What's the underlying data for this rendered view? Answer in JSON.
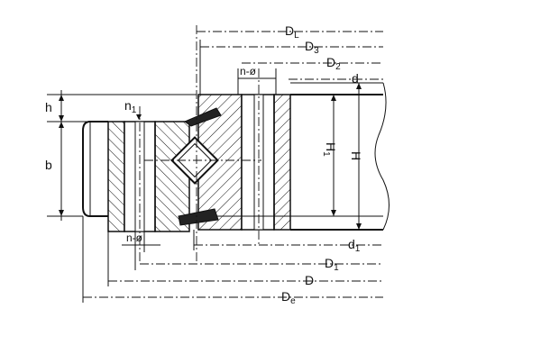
{
  "dimensions": {
    "DL": {
      "main": "D",
      "sub": "L"
    },
    "D3": {
      "main": "D",
      "sub": "3"
    },
    "D2": {
      "main": "D",
      "sub": "2"
    },
    "d": {
      "main": "d"
    },
    "d1": {
      "main": "d",
      "sub": "1"
    },
    "D1": {
      "main": "D",
      "sub": "1"
    },
    "D": {
      "main": "D"
    },
    "De": {
      "main": "D",
      "sub": "e"
    },
    "h": {
      "main": "h"
    },
    "b": {
      "main": "b"
    },
    "n1": {
      "main": "n",
      "sub": "1"
    },
    "H1": {
      "main": "H",
      "sub": "1"
    },
    "H": {
      "main": "H"
    },
    "hole_top": {
      "main": "n-ø"
    },
    "hole_bottom": {
      "main": "n-ø"
    }
  }
}
